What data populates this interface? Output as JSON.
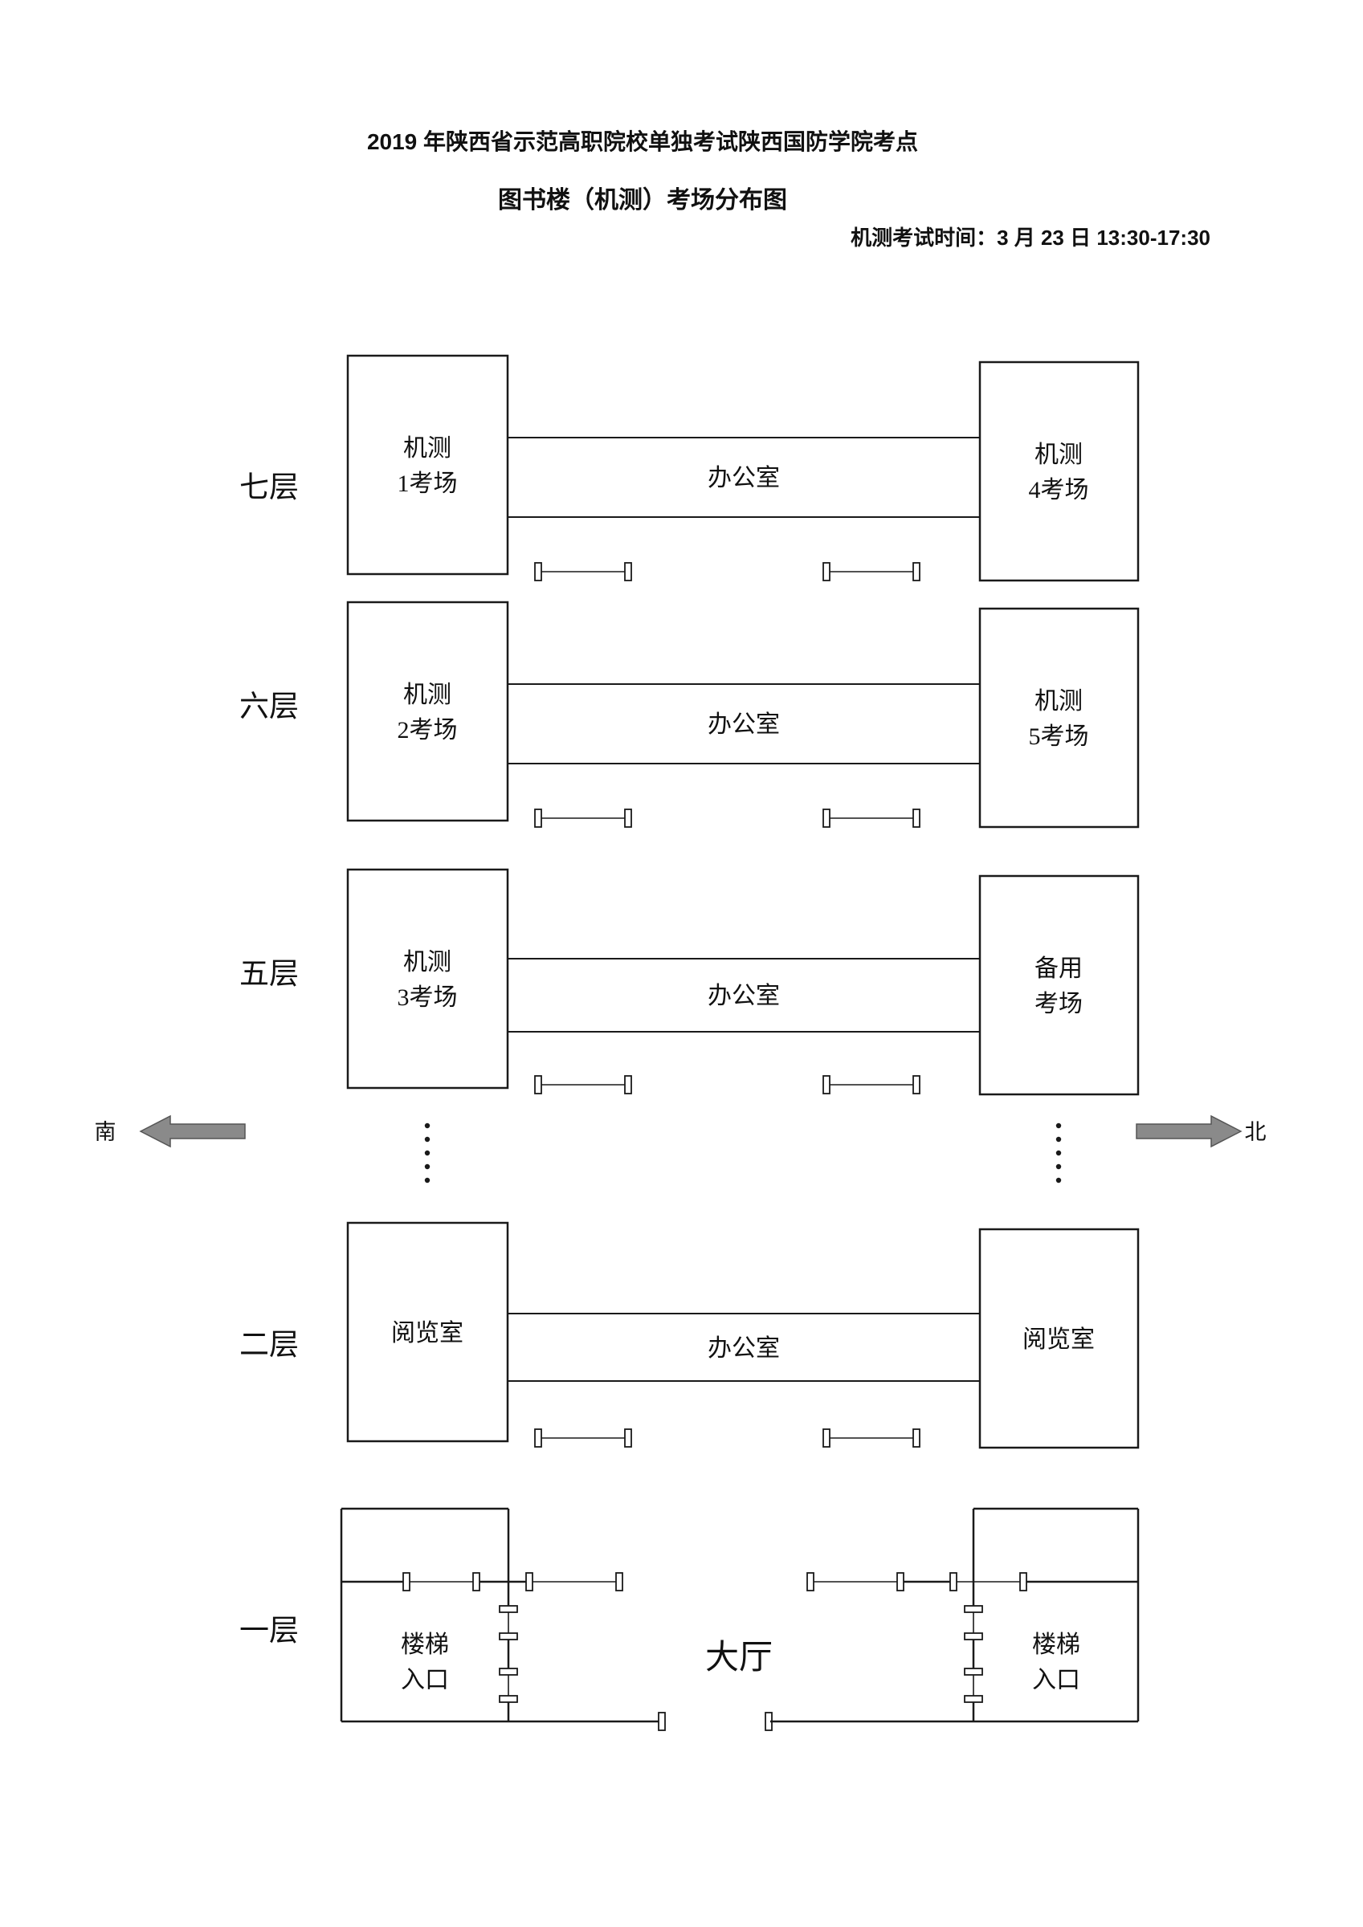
{
  "header": {
    "title_line1": "2019 年陕西省示范高职院校单独考试陕西国防学院考点",
    "title_line2": "图书楼（机测）考场分布图",
    "exam_time": "机测考试时间：3 月 23 日 13:30-17:30"
  },
  "compass": {
    "south_label": "南",
    "north_label": "北"
  },
  "floors": [
    {
      "label": "七层",
      "left_room": [
        "机测",
        "1考场"
      ],
      "middle_room": "办公室",
      "right_room": [
        "机测",
        "4考场"
      ]
    },
    {
      "label": "六层",
      "left_room": [
        "机测",
        "2考场"
      ],
      "middle_room": "办公室",
      "right_room": [
        "机测",
        "5考场"
      ]
    },
    {
      "label": "五层",
      "left_room": [
        "机测",
        "3考场"
      ],
      "middle_room": "办公室",
      "right_room": [
        "备用",
        "考场"
      ]
    },
    {
      "label": "二层",
      "left_room": [
        "阅览室"
      ],
      "middle_room": "办公室",
      "right_room": [
        "阅览室"
      ]
    },
    {
      "label": "一层",
      "left_room": [
        "楼梯",
        "入口"
      ],
      "middle_room": "大厅",
      "right_room": [
        "楼梯",
        "入口"
      ]
    }
  ],
  "colors": {
    "line": "#1a1a1a",
    "arrow_fill": "#8a8a8a",
    "background": "#ffffff"
  }
}
